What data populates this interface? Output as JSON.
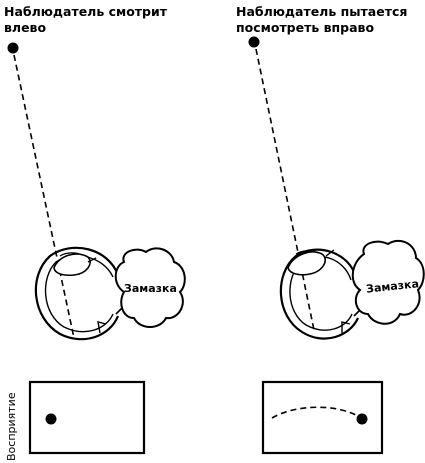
{
  "left_panel": {
    "caption_line1": "Наблюдатель смотрит",
    "caption_line2": "влево",
    "putty_label": "Замазка"
  },
  "right_panel": {
    "caption_line1": "Наблюдатель пытается",
    "caption_line2": "посмотреть вправо",
    "putty_label": "Замазка"
  },
  "perception_label": "Восприятие",
  "colors": {
    "ink": "#000000",
    "paper": "#ffffff"
  }
}
